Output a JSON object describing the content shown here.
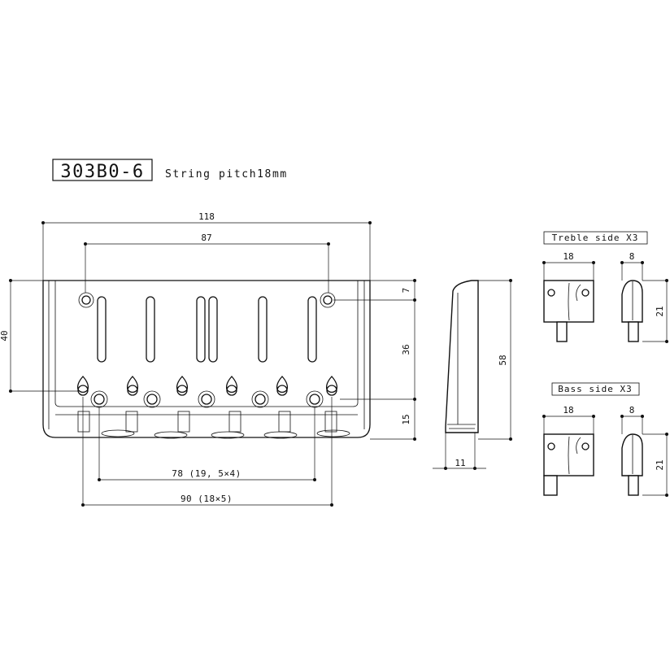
{
  "model": {
    "number": "303B0-6",
    "pitch_note": "String pitch18mm"
  },
  "front_view": {
    "dims": {
      "overall_width": "118",
      "mount_hole_spacing": "87",
      "height": "40",
      "top_offset": "7",
      "slot_length": "36",
      "bottom_offset": "15",
      "saddle_span": "78 (19, 5×4)",
      "string_span": "90 (18×5)"
    }
  },
  "side_view": {
    "dims": {
      "height": "58",
      "base_depth": "11"
    }
  },
  "saddles": {
    "treble": {
      "label": "Treble side X3",
      "width": "18",
      "depth": "8",
      "height": "21"
    },
    "bass": {
      "label": "Bass side X3",
      "width": "18",
      "depth": "8",
      "height": "21"
    }
  }
}
